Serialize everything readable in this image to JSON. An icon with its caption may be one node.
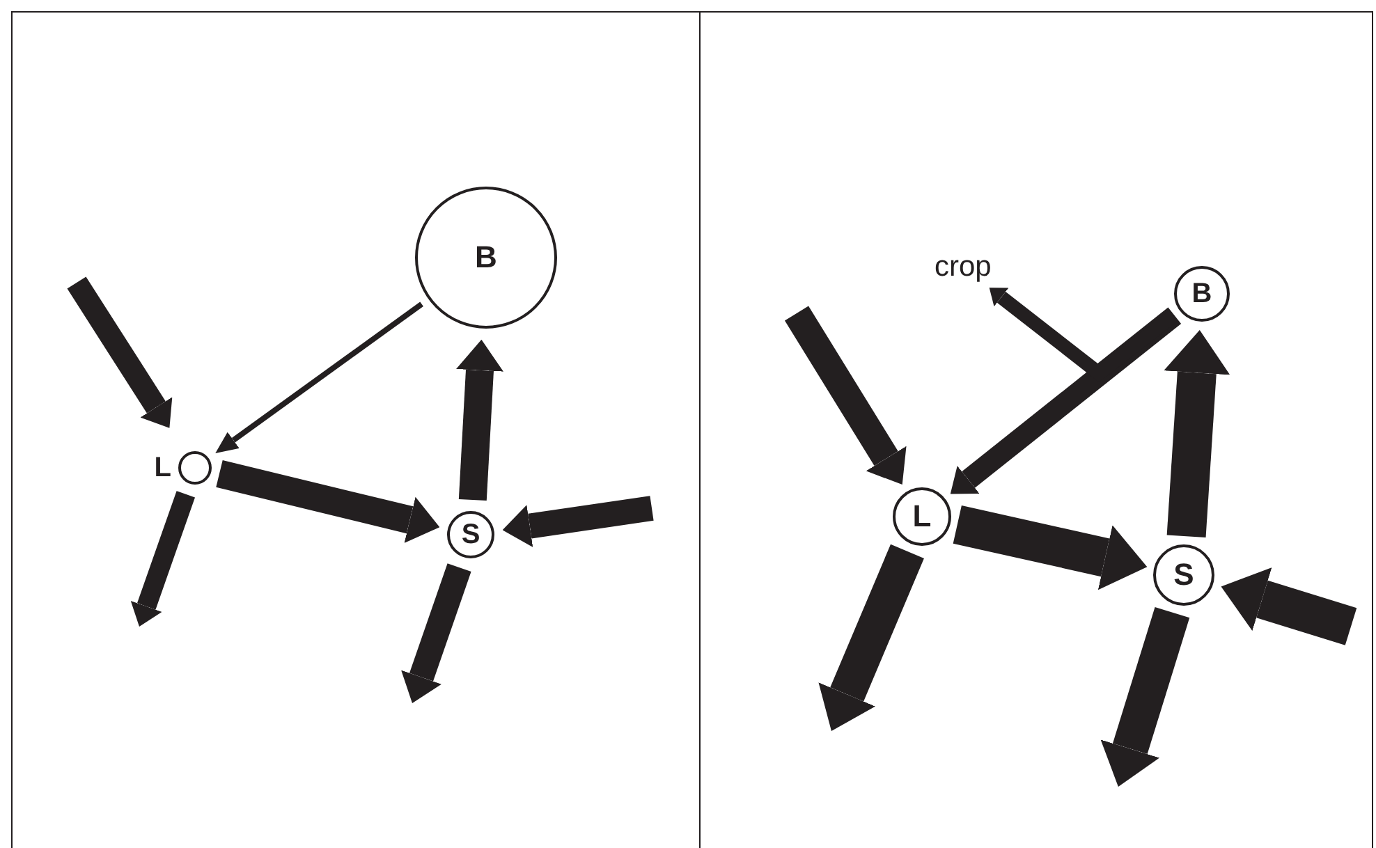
{
  "diagram": {
    "nodes": [
      {
        "text": [],
        "shape": "box"
      },
      {
        "text": [
          "B"
        ],
        "in": 0
      },
      {
        "text": [
          "L"
        ],
        "in": 0
      },
      {
        "text": [
          "S"
        ],
        "in": 0
      },
      {
        "text": [],
        "shape": "box"
      },
      {
        "text": [
          "B"
        ],
        "in": 4
      },
      {
        "text": [
          "L"
        ],
        "in": 4
      },
      {
        "text": [
          "S"
        ],
        "in": 4
      },
      {
        "text": [
          "crop"
        ],
        "in": 4
      }
    ],
    "edges": [
      {
        "from": null,
        "to": 2,
        "arrow": "to"
      },
      {
        "from": 1,
        "to": 2,
        "arrow": "to"
      },
      {
        "from": 2,
        "to": 3,
        "arrow": "to"
      },
      {
        "from": 3,
        "to": 1,
        "arrow": "to"
      },
      {
        "from": null,
        "to": 3,
        "arrow": "to"
      },
      {
        "from": 2,
        "to": null,
        "arrow": "to"
      },
      {
        "from": 3,
        "to": null,
        "arrow": "to"
      },
      {
        "from": null,
        "to": 6,
        "arrow": "to"
      },
      {
        "from": 5,
        "to": 6,
        "arrow": "to"
      },
      {
        "from": 5,
        "to": 8,
        "arrow": "to"
      },
      {
        "from": 6,
        "to": 7,
        "arrow": "to"
      },
      {
        "from": 7,
        "to": 5,
        "arrow": "to"
      },
      {
        "from": null,
        "to": 7,
        "arrow": "to"
      },
      {
        "from": 6,
        "to": null,
        "arrow": "to"
      },
      {
        "from": 7,
        "to": null,
        "arrow": "to"
      }
    ]
  }
}
